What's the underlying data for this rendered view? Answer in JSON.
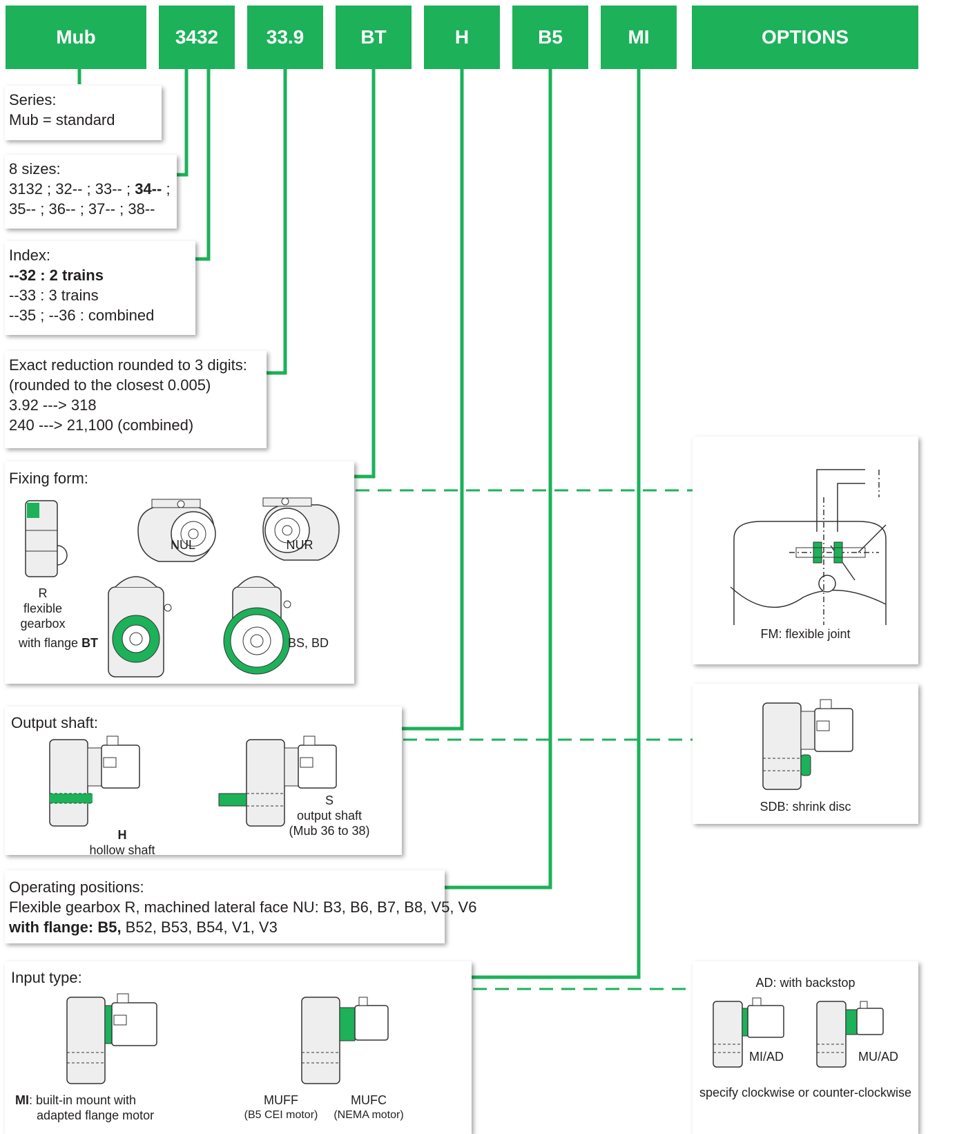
{
  "header": [
    {
      "key": "series",
      "label": "Mub"
    },
    {
      "key": "size",
      "label": "3432"
    },
    {
      "key": "ratio",
      "label": "33.9"
    },
    {
      "key": "fixing",
      "label": "BT"
    },
    {
      "key": "shaft",
      "label": "H"
    },
    {
      "key": "position",
      "label": "B5"
    },
    {
      "key": "input",
      "label": "MI"
    },
    {
      "key": "options",
      "label": "OPTIONS"
    }
  ],
  "series": {
    "title": "Series:",
    "line1": "Mub = standard"
  },
  "sizes": {
    "title": "8 sizes:",
    "line1": "3132 ; 32-- ; 33-- ; ",
    "line1_bold": "34--",
    "line1_end": " ;",
    "line2": "35-- ; 36-- ; 37-- ; 38--"
  },
  "index": {
    "title": "Index:",
    "line1": "--32 : 2 trains",
    "line2": "--33 : 3 trains",
    "line3": "--35 ; --36 : combined"
  },
  "reduction": {
    "title": "Exact reduction rounded to 3 digits:",
    "line1": "(rounded to the closest 0.005)",
    "line2": "3.92 ---> 318",
    "line3": "240 ---> 21,100 (combined)"
  },
  "fixing": {
    "title": "Fixing form:",
    "nul": "NUL",
    "nur": "NUR",
    "r_line1": "R",
    "r_line2": "flexible",
    "r_line3": "gearbox",
    "flange_prefix": "with flange ",
    "flange_bold": "BT",
    "bs_bd": "BS, BD"
  },
  "shaft": {
    "title": "Output shaft:",
    "h_bold": "H",
    "h_text": "hollow shaft",
    "s_line1": "S",
    "s_line2": "output shaft",
    "s_line3": "(Mub 36 to 38)"
  },
  "positions": {
    "title": "Operating positions:",
    "line1": "Flexible gearbox R, machined lateral face NU: B3, B6, B7, B8, V5, V6",
    "line2_bold": "with flange: B5,",
    "line2": " B52, B53, B54, V1, V3"
  },
  "input": {
    "title": "Input type:",
    "mi_bold": "MI",
    "mi_text1": ": built-in mount with",
    "mi_text2": "adapted flange motor",
    "muff": "MUFF",
    "muff_sub": "(B5 CEI motor)",
    "mufc": "MUFC",
    "mufc_sub": "(NEMA motor)"
  },
  "options": {
    "fm": "FM: flexible joint",
    "sdb": "SDB: shrink disc",
    "ad_title": "AD: with backstop",
    "mi_ad": "MI/AD",
    "mu_ad": "MU/AD",
    "ad_note": "specify clockwise or counter-clockwise"
  },
  "colors": {
    "accent": "#1db15a",
    "connector": "#1db15a",
    "gearbox_fill": "#eeeeee",
    "gearbox_stroke": "#333333"
  }
}
